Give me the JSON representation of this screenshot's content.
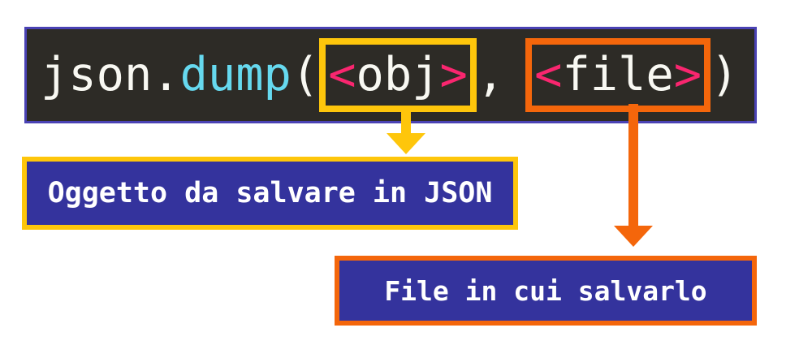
{
  "code": {
    "tokens": {
      "module": "json.",
      "function": "dump",
      "open_paren": "(",
      "obj_open_angle": "<",
      "obj_text": "obj",
      "obj_close_angle": ">",
      "comma": ",",
      "file_open_angle": "<",
      "file_text": "file",
      "file_close_angle": ">",
      "close_paren": ")"
    },
    "colors": {
      "background": "#2D2B26",
      "border": "#4A42B4",
      "default_text": "#F8F8F2",
      "function_name": "#66D9EF",
      "angle_brackets": "#F9266F"
    }
  },
  "callouts": {
    "obj": {
      "label": "Oggetto da salvare in JSON",
      "accent_color": "#FEC60B"
    },
    "file": {
      "label": "File in cui salvarlo",
      "accent_color": "#F4660B"
    },
    "label_background": "#34339D",
    "label_text_color": "#FFFFFF"
  }
}
